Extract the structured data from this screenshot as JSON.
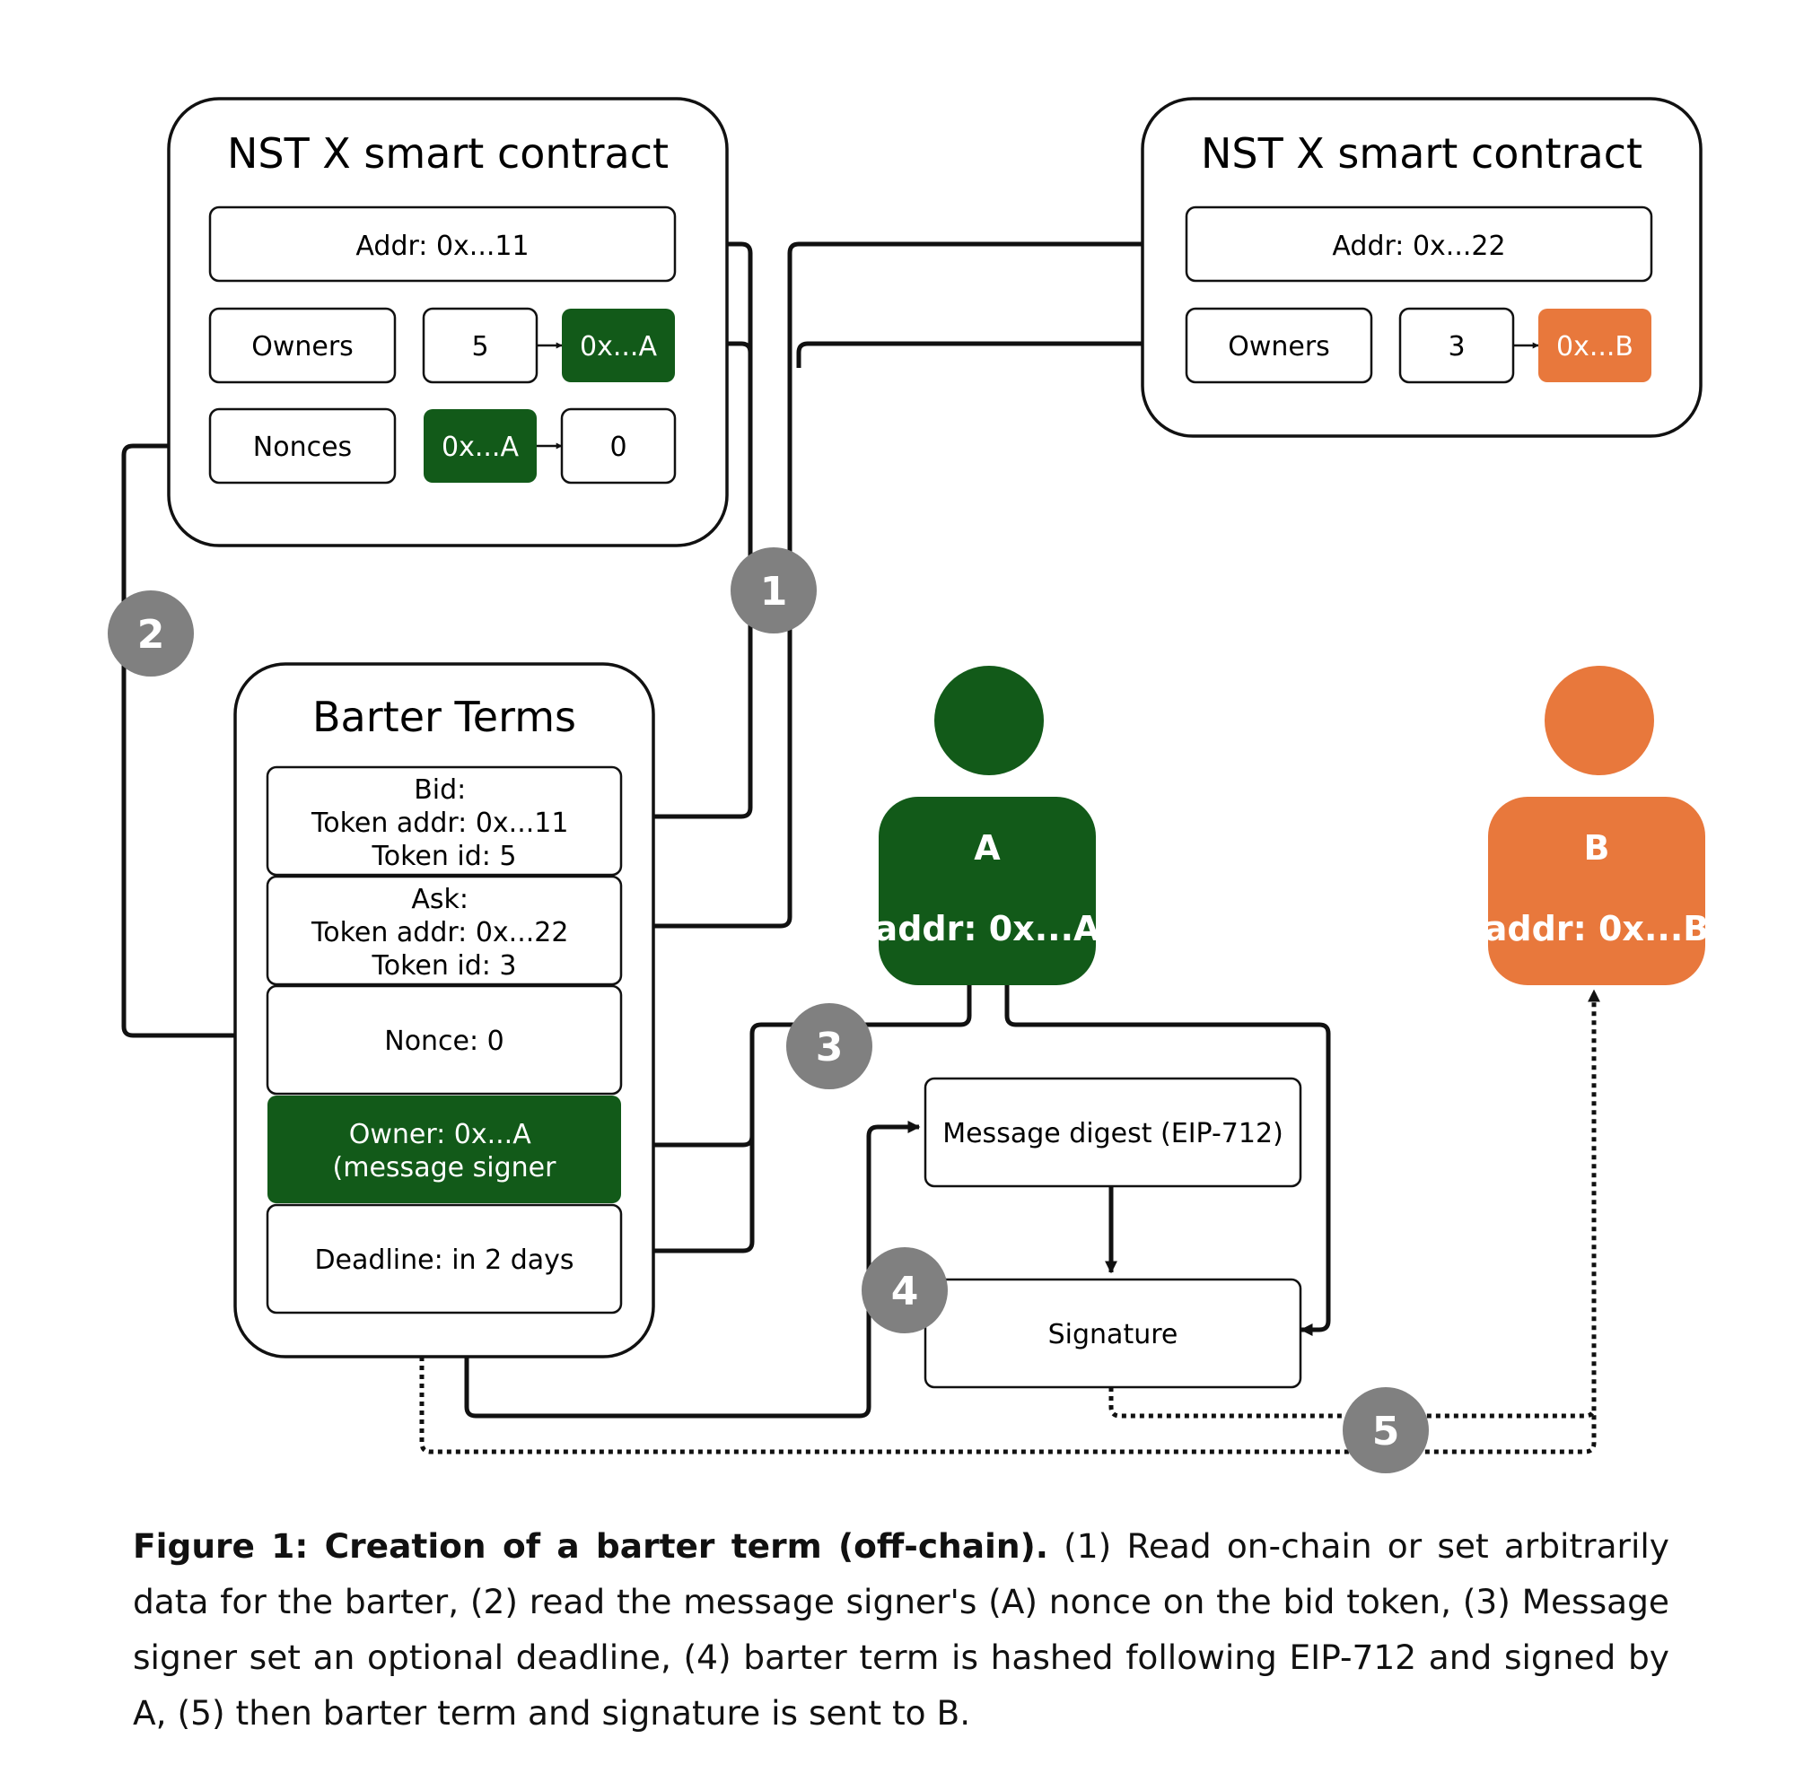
{
  "colors": {
    "green": "#125a19",
    "orange": "#e8783c",
    "step_badge": "#808080",
    "line": "#111111"
  },
  "contract_left": {
    "title": "NST X smart contract",
    "addr": "Addr: 0x...11",
    "owners_label": "Owners",
    "owners_key": "5",
    "owners_value": "0x...A",
    "nonces_label": "Nonces",
    "nonces_key": "0x...A",
    "nonces_value": "0"
  },
  "contract_right": {
    "title": "NST X smart contract",
    "addr": "Addr: 0x...22",
    "owners_label": "Owners",
    "owners_key": "3",
    "owners_value": "0x...B"
  },
  "barter_terms": {
    "title": "Barter Terms",
    "bid": [
      "Bid:",
      "Token addr: 0x...11",
      "Token id: 5"
    ],
    "ask": [
      "Ask:",
      "Token addr: 0x...22",
      "Token id: 3"
    ],
    "nonce": "Nonce: 0",
    "owner": [
      "Owner: 0x...A",
      "(message signer"
    ],
    "deadline": "Deadline: in 2 days"
  },
  "user_a": {
    "name": "A",
    "addr": "addr: 0x...A",
    "icon": "person-icon"
  },
  "user_b": {
    "name": "B",
    "addr": "addr: 0x...B",
    "icon": "person-icon"
  },
  "message_digest": "Message digest (EIP-712)",
  "signature": "Signature",
  "steps": [
    "1",
    "2",
    "3",
    "4",
    "5"
  ],
  "caption": {
    "bold": "Figure 1: Creation of a barter term (off-chain).",
    "text": " (1) Read on-chain or set arbitrarily data for the barter, (2) read the message signer's (A) nonce on the bid token, (3) Message signer set an optional deadline, (4) barter term is hashed following EIP-712 and signed by A, (5) then barter term and signature is sent to B."
  }
}
